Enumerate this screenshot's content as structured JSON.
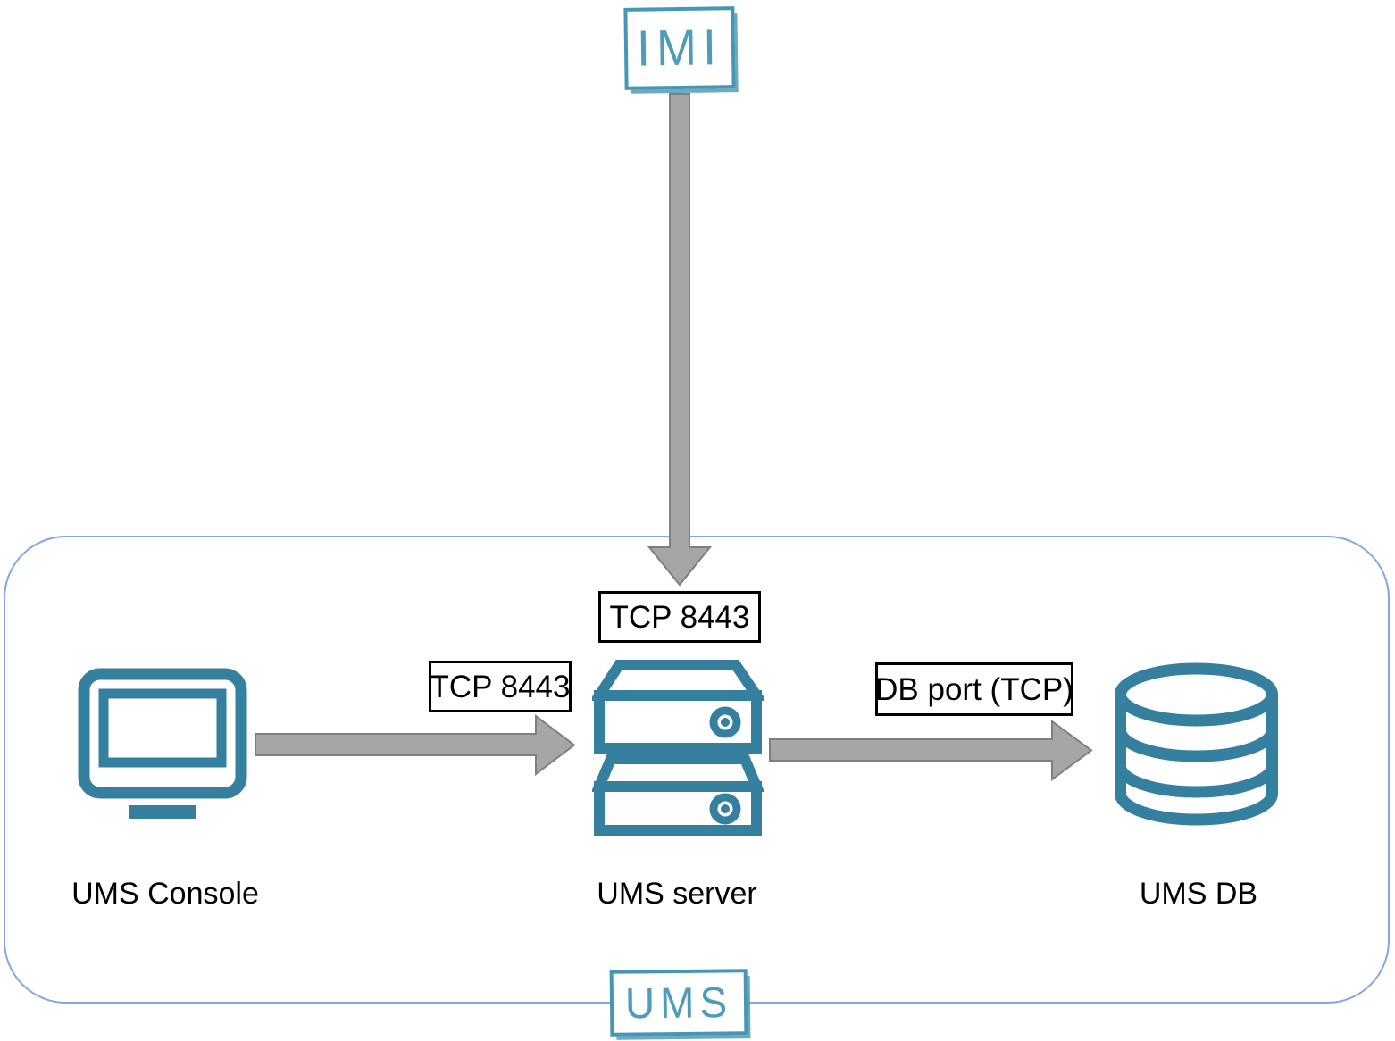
{
  "colors": {
    "icon_teal": "#36809F",
    "logo_teal": "#4796B6",
    "logo_text_teal": "#4E9BBA",
    "container_border": "#84A7E2",
    "arrow_gray": "#A6A6A6",
    "arrow_outline": "#7F7F7F",
    "label_border": "#000000",
    "label_text": "#000000"
  },
  "external_system": {
    "logo_text": "IMI"
  },
  "ums_zone": {
    "logo_text": "UMS"
  },
  "nodes": [
    {
      "id": "ums-console",
      "label": "UMS Console",
      "icon": "monitor-icon"
    },
    {
      "id": "ums-server",
      "label": "UMS server",
      "icon": "server-icon"
    },
    {
      "id": "ums-db",
      "label": "UMS DB",
      "icon": "database-icon"
    }
  ],
  "connections": [
    {
      "from": "IMI",
      "to": "UMS server",
      "direction": "down",
      "port_label": "TCP 8443"
    },
    {
      "from": "UMS Console",
      "to": "UMS server",
      "direction": "right",
      "port_label": "TCP 8443"
    },
    {
      "from": "UMS server",
      "to": "UMS DB",
      "direction": "right",
      "port_label": "DB port (TCP)"
    }
  ]
}
